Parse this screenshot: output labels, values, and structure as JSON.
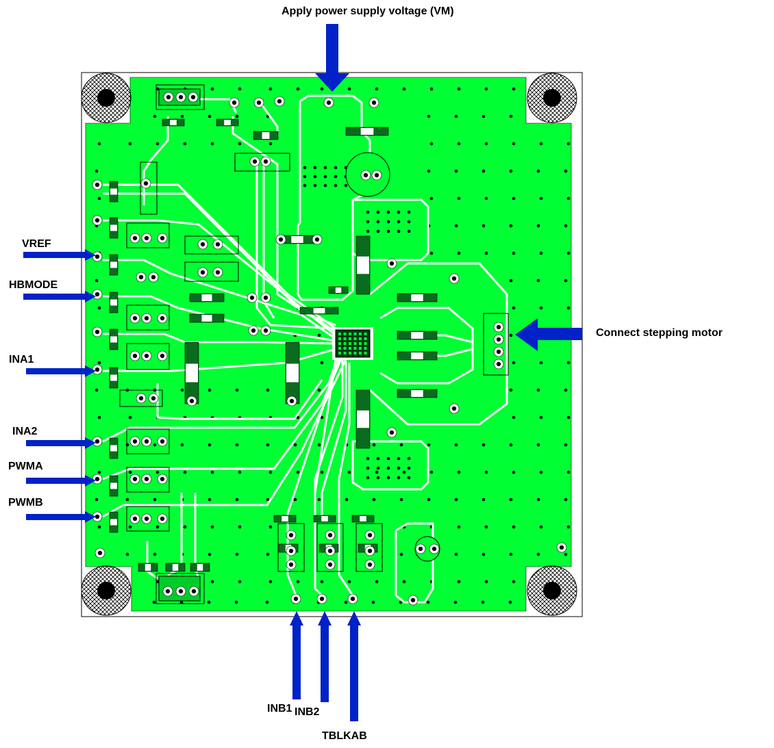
{
  "title": "Apply power supply voltage (VM)",
  "motor_label": "Connect stepping motor",
  "left_inputs": [
    "VREF",
    "HBMODE",
    "INA1",
    "INA2",
    "PWMA",
    "PWMB"
  ],
  "bottom_inputs": [
    "INB1",
    "INB2",
    "TBLKAB"
  ],
  "colors": {
    "board_fill": "#00ff33",
    "arrow": "#0022c8",
    "outline": "#000000",
    "trace": "#ffffff"
  },
  "icons": {
    "arrow": "arrow-icon",
    "mounting_hole": "mounting-hole-icon",
    "ic_chip": "ic-chip-icon"
  }
}
